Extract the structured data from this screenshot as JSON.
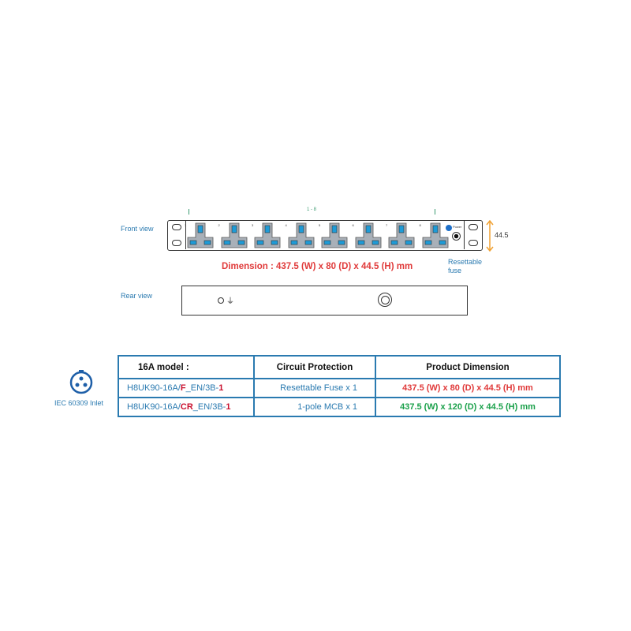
{
  "front_view": {
    "label": "Front view",
    "range_label": "1 - 8",
    "socket_numbers": [
      "1",
      "2",
      "3",
      "4",
      "5",
      "6",
      "7",
      "8"
    ],
    "power_label": "Power",
    "height_label": "44.5",
    "fuse_label_1": "Resettable",
    "fuse_label_2": "fuse"
  },
  "dimension_text": "Dimension :  437.5 (W) x 80 (D) x 44.5 (H) mm",
  "rear_view": {
    "label": "Rear view"
  },
  "inlet": {
    "label": "IEC 60309 Inlet"
  },
  "table": {
    "headers": [
      "16A model :",
      "Circuit Protection",
      "Product Dimension"
    ],
    "rows": [
      {
        "model_prefix": "H8UK90-16A/",
        "model_mark": "F",
        "model_mid": "_EN/3B-",
        "model_suffix": "1",
        "protection": "Resettable Fuse x 1",
        "dimension": "437.5 (W) x 80 (D) x 44.5 (H) mm",
        "dimension_color": "#e03a3a"
      },
      {
        "model_prefix": "H8UK90-16A/",
        "model_mark": "CR",
        "model_mid": "_EN/3B-",
        "model_suffix": "1",
        "protection": "1-pole MCB x 1",
        "dimension": "437.5 (W) x 120 (D) x 44.5 (H) mm",
        "dimension_color": "#1aa04a"
      }
    ]
  },
  "colors": {
    "accent_blue": "#2a7ab0",
    "socket_gray": "#a9b0b8",
    "socket_pin": "#1e9bd7",
    "height_arrow": "#f0a030"
  }
}
